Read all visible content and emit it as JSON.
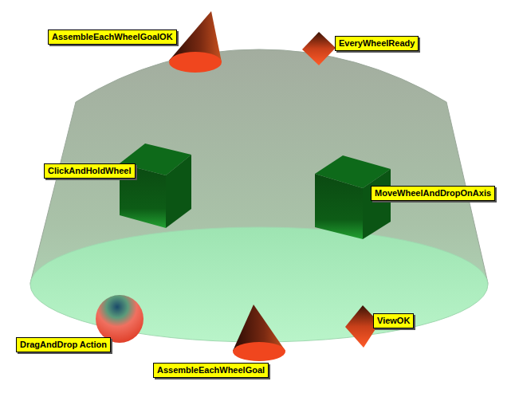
{
  "diagram": {
    "nodes": [
      {
        "text": [
          "AssembleEachWheelGoalOK"
        ]
      },
      {
        "text": [
          "EveryWheelReady"
        ]
      },
      {
        "text": [
          "ClickAndHoldWheel"
        ]
      },
      {
        "text": [
          "MoveWheelAndDropOnAxis"
        ]
      },
      {
        "text": [
          "ViewOK"
        ]
      },
      {
        "text": [
          "DragAndDrop Action"
        ]
      },
      {
        "text": [
          "AssembleEachWheelGoal"
        ]
      }
    ]
  }
}
